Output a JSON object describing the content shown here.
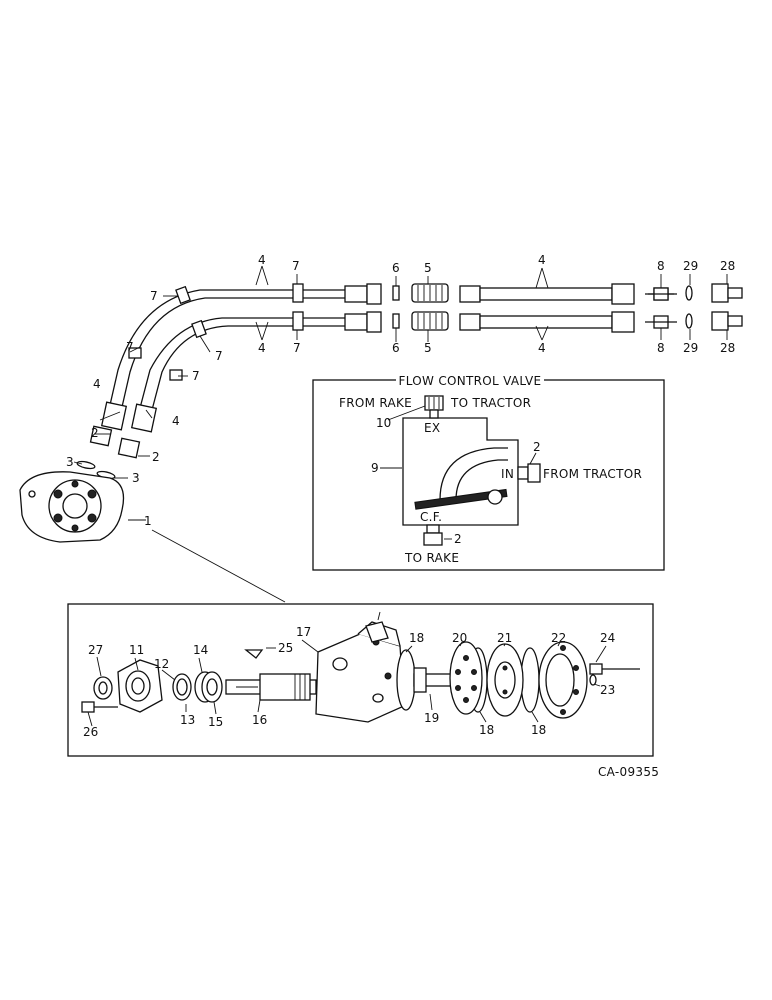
{
  "diagram": {
    "flow_control_title": "FLOW CONTROL VALVE",
    "labels": {
      "from_rake": "FROM RAKE",
      "to_tractor": "TO TRACTOR",
      "ex": "EX",
      "in": "IN",
      "from_tractor": "FROM TRACTOR",
      "cf": "C.F.",
      "to_rake": "TO RAKE"
    },
    "drawing_code": "CA-09355",
    "callouts": {
      "c1": "1",
      "c2a": "2",
      "c2b": "2",
      "c2c": "2",
      "c2d": "2",
      "c3a": "3",
      "c3b": "3",
      "c4a": "4",
      "c4b": "4",
      "c4c": "4",
      "c4d": "4",
      "c4e": "4",
      "c4f": "4",
      "c5a": "5",
      "c5b": "5",
      "c6a": "6",
      "c6b": "6",
      "c7a": "7",
      "c7b": "7",
      "c7c": "7",
      "c7d": "7",
      "c7e": "7",
      "c7f": "7",
      "c8a": "8",
      "c8b": "8",
      "c9": "9",
      "c10": "10",
      "c11": "11",
      "c12": "12",
      "c13": "13",
      "c14": "14",
      "c15": "15",
      "c16": "16",
      "c17": "17",
      "c18a": "18",
      "c18b": "18",
      "c18c": "18",
      "c19": "19",
      "c20": "20",
      "c21": "21",
      "c22": "22",
      "c23": "23",
      "c24": "24",
      "c25": "25",
      "c26": "26",
      "c27": "27",
      "c28a": "28",
      "c28b": "28",
      "c29a": "29",
      "c29b": "29"
    }
  }
}
